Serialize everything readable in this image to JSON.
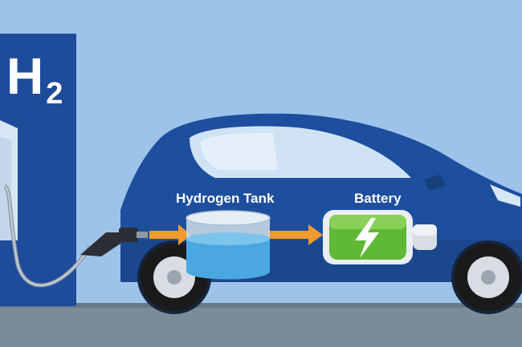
{
  "station": {
    "label_main": "H",
    "label_sub": "2"
  },
  "components": {
    "tank_label": "Hydrogen Tank",
    "battery_label": "Battery"
  },
  "colors": {
    "sky": "#9ec3ea",
    "station": "#1f4b9b",
    "car_body": "#1d4f9e",
    "arrow": "#f29a2e",
    "water": "#4aa7df",
    "battery_green": "#66c23a"
  },
  "icons": [
    "nozzle-icon",
    "lightning-icon",
    "arrow-right-icon"
  ]
}
